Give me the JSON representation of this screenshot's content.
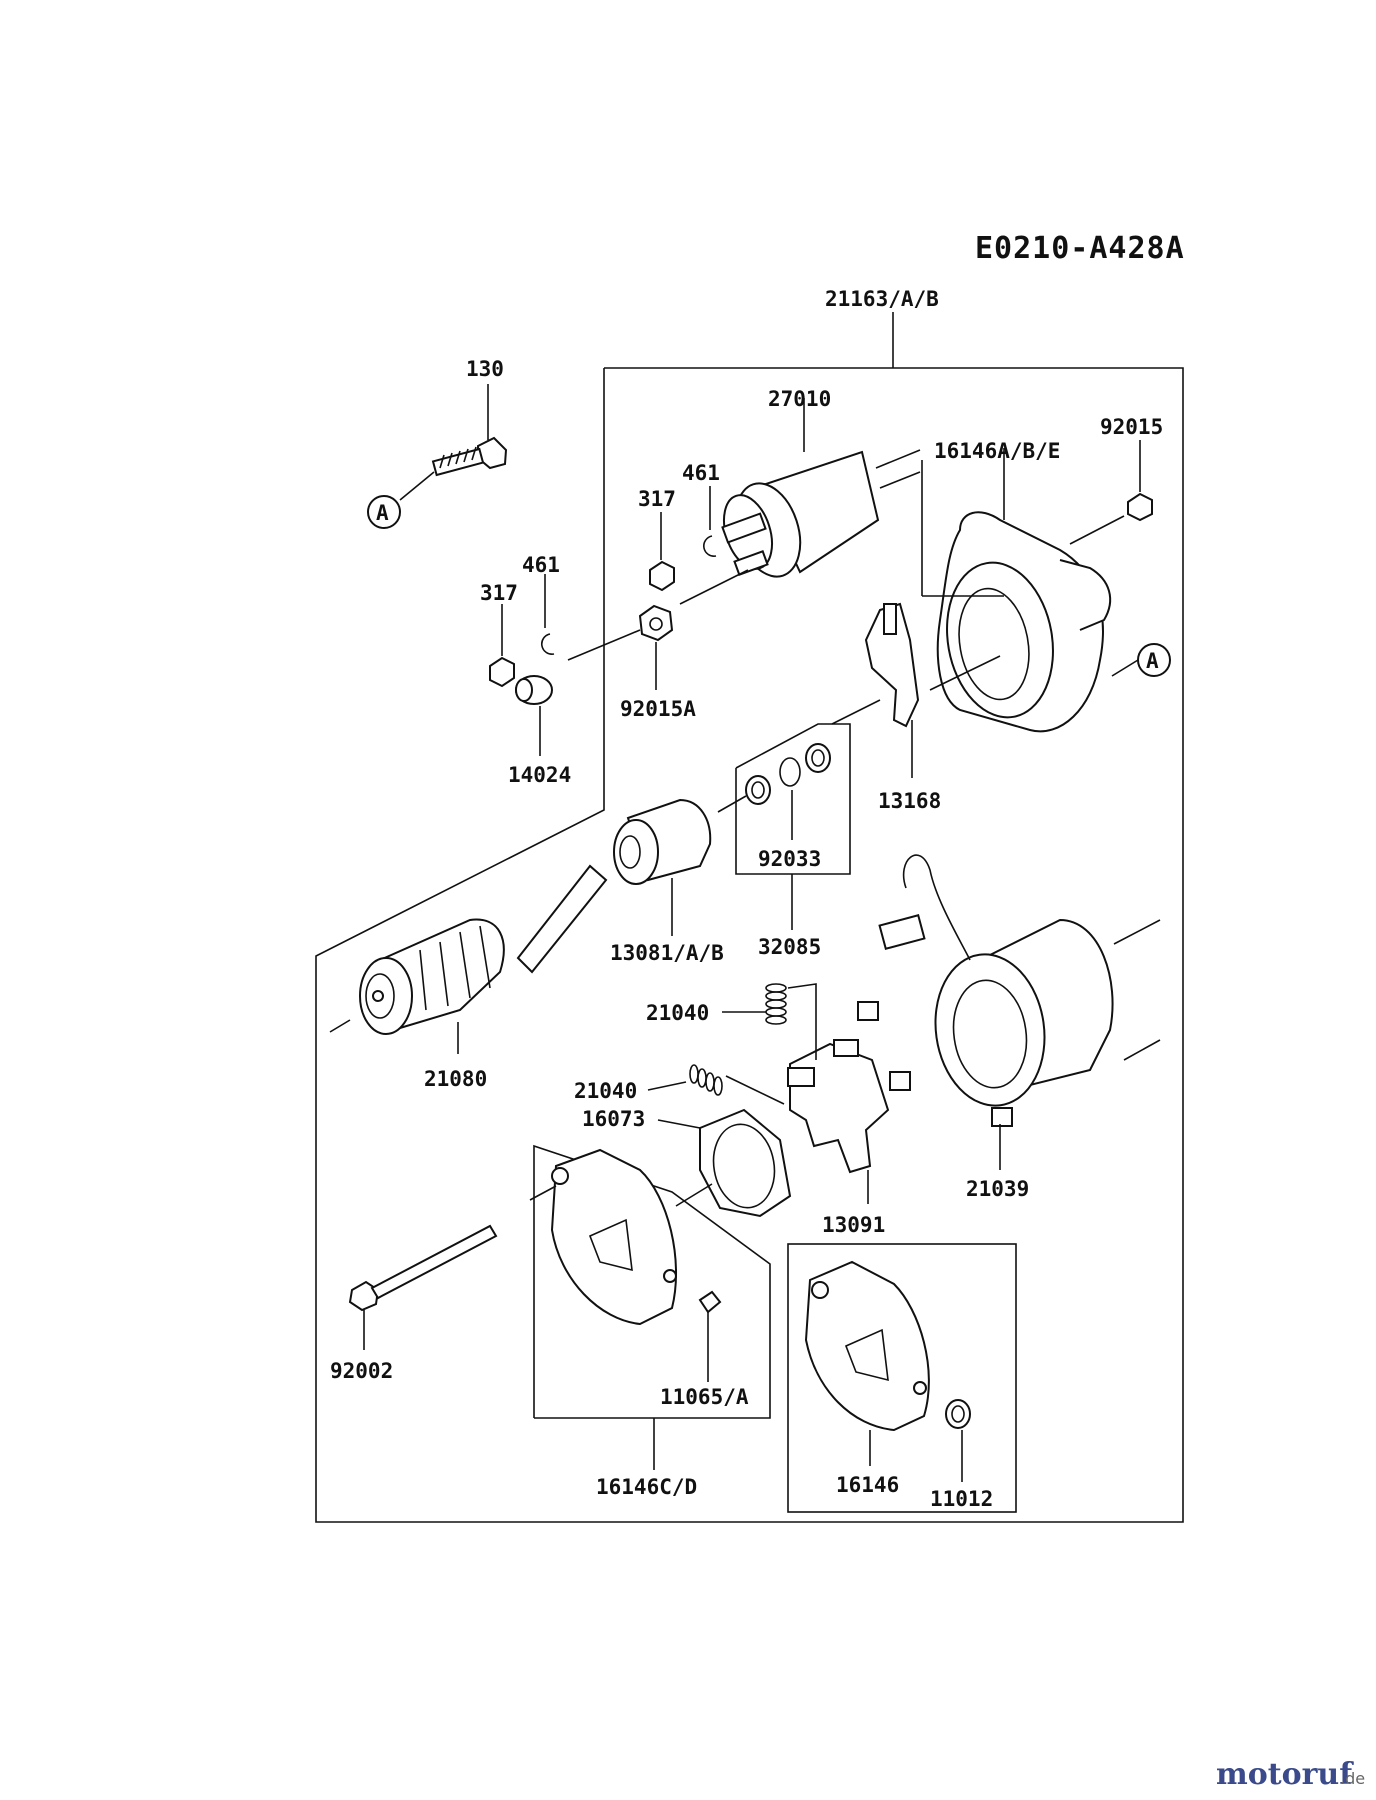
{
  "diagram_code": "E0210-A428A",
  "callout_letter": "A",
  "watermark": {
    "main": "motoruf",
    "tld": ".de"
  },
  "labels": {
    "p21163": "21163/A/B",
    "p130": "130",
    "p27010": "27010",
    "p16146abe": "16146A/B/E",
    "p92015": "92015",
    "p461_upper": "461",
    "p317_upper": "317",
    "p461_lower": "461",
    "p317_lower": "317",
    "p92015a": "92015A",
    "p14024": "14024",
    "p13168": "13168",
    "p92033": "92033",
    "p32085": "32085",
    "p13081": "13081/A/B",
    "p21080": "21080",
    "p21040_upper": "21040",
    "p21040_lower": "21040",
    "p16073": "16073",
    "p13091": "13091",
    "p21039": "21039",
    "p92002": "92002",
    "p11065": "11065/A",
    "p16146cd": "16146C/D",
    "p16146": "16146",
    "p11012": "11012"
  }
}
